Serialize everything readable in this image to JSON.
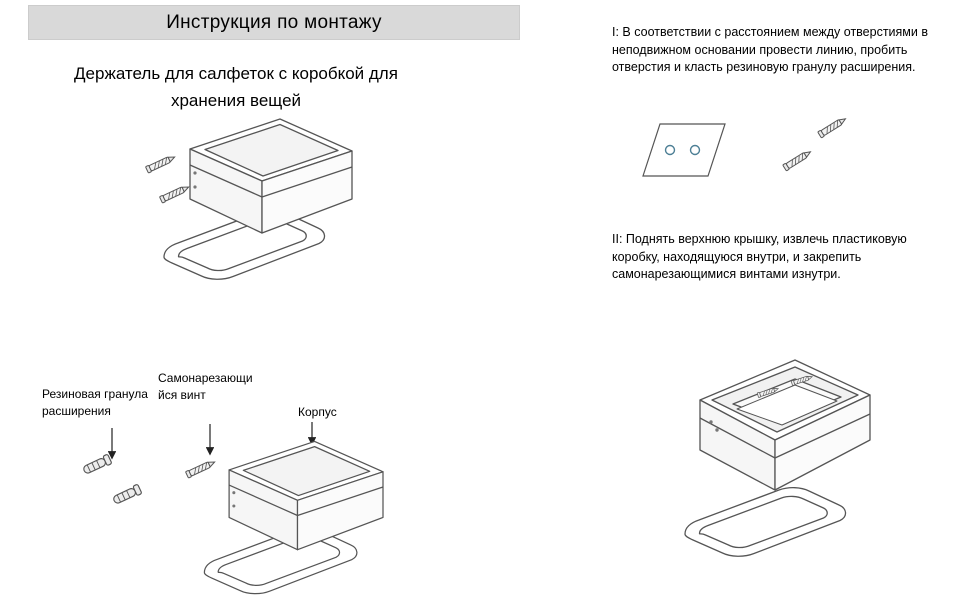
{
  "header": {
    "title": "Инструкция по монтажу"
  },
  "left": {
    "subtitle": "Держатель для салфеток с коробкой для хранения вещей",
    "parts": {
      "anchor_label": "Резиновая гранула\nрасширения",
      "screw_label": "Самонарезающи\nйся винт",
      "body_label": "Корпус"
    }
  },
  "right": {
    "step1": "I: В соответствии с расстоянием между отверстиями в неподвижном основании провести линию, пробить отверстия и класть резиновую гранулу расширения.",
    "step2": "II: Поднять верхнюю крышку, извлечь пластиковую коробку, находящуюся внутри, и закрепить самонарезающимися винтами изнутри."
  },
  "illustrations": {
    "holder": "napkin-holder-with-screws",
    "exploded": "exploded-parts-view",
    "plate": "mounting-plate-with-holes-and-anchors",
    "open_box": "holder-with-lid-open"
  },
  "colors": {
    "header_bg": "#d9d9d9",
    "line": "#555555",
    "hole_accent": "#4d7f95",
    "text": "#000000"
  }
}
